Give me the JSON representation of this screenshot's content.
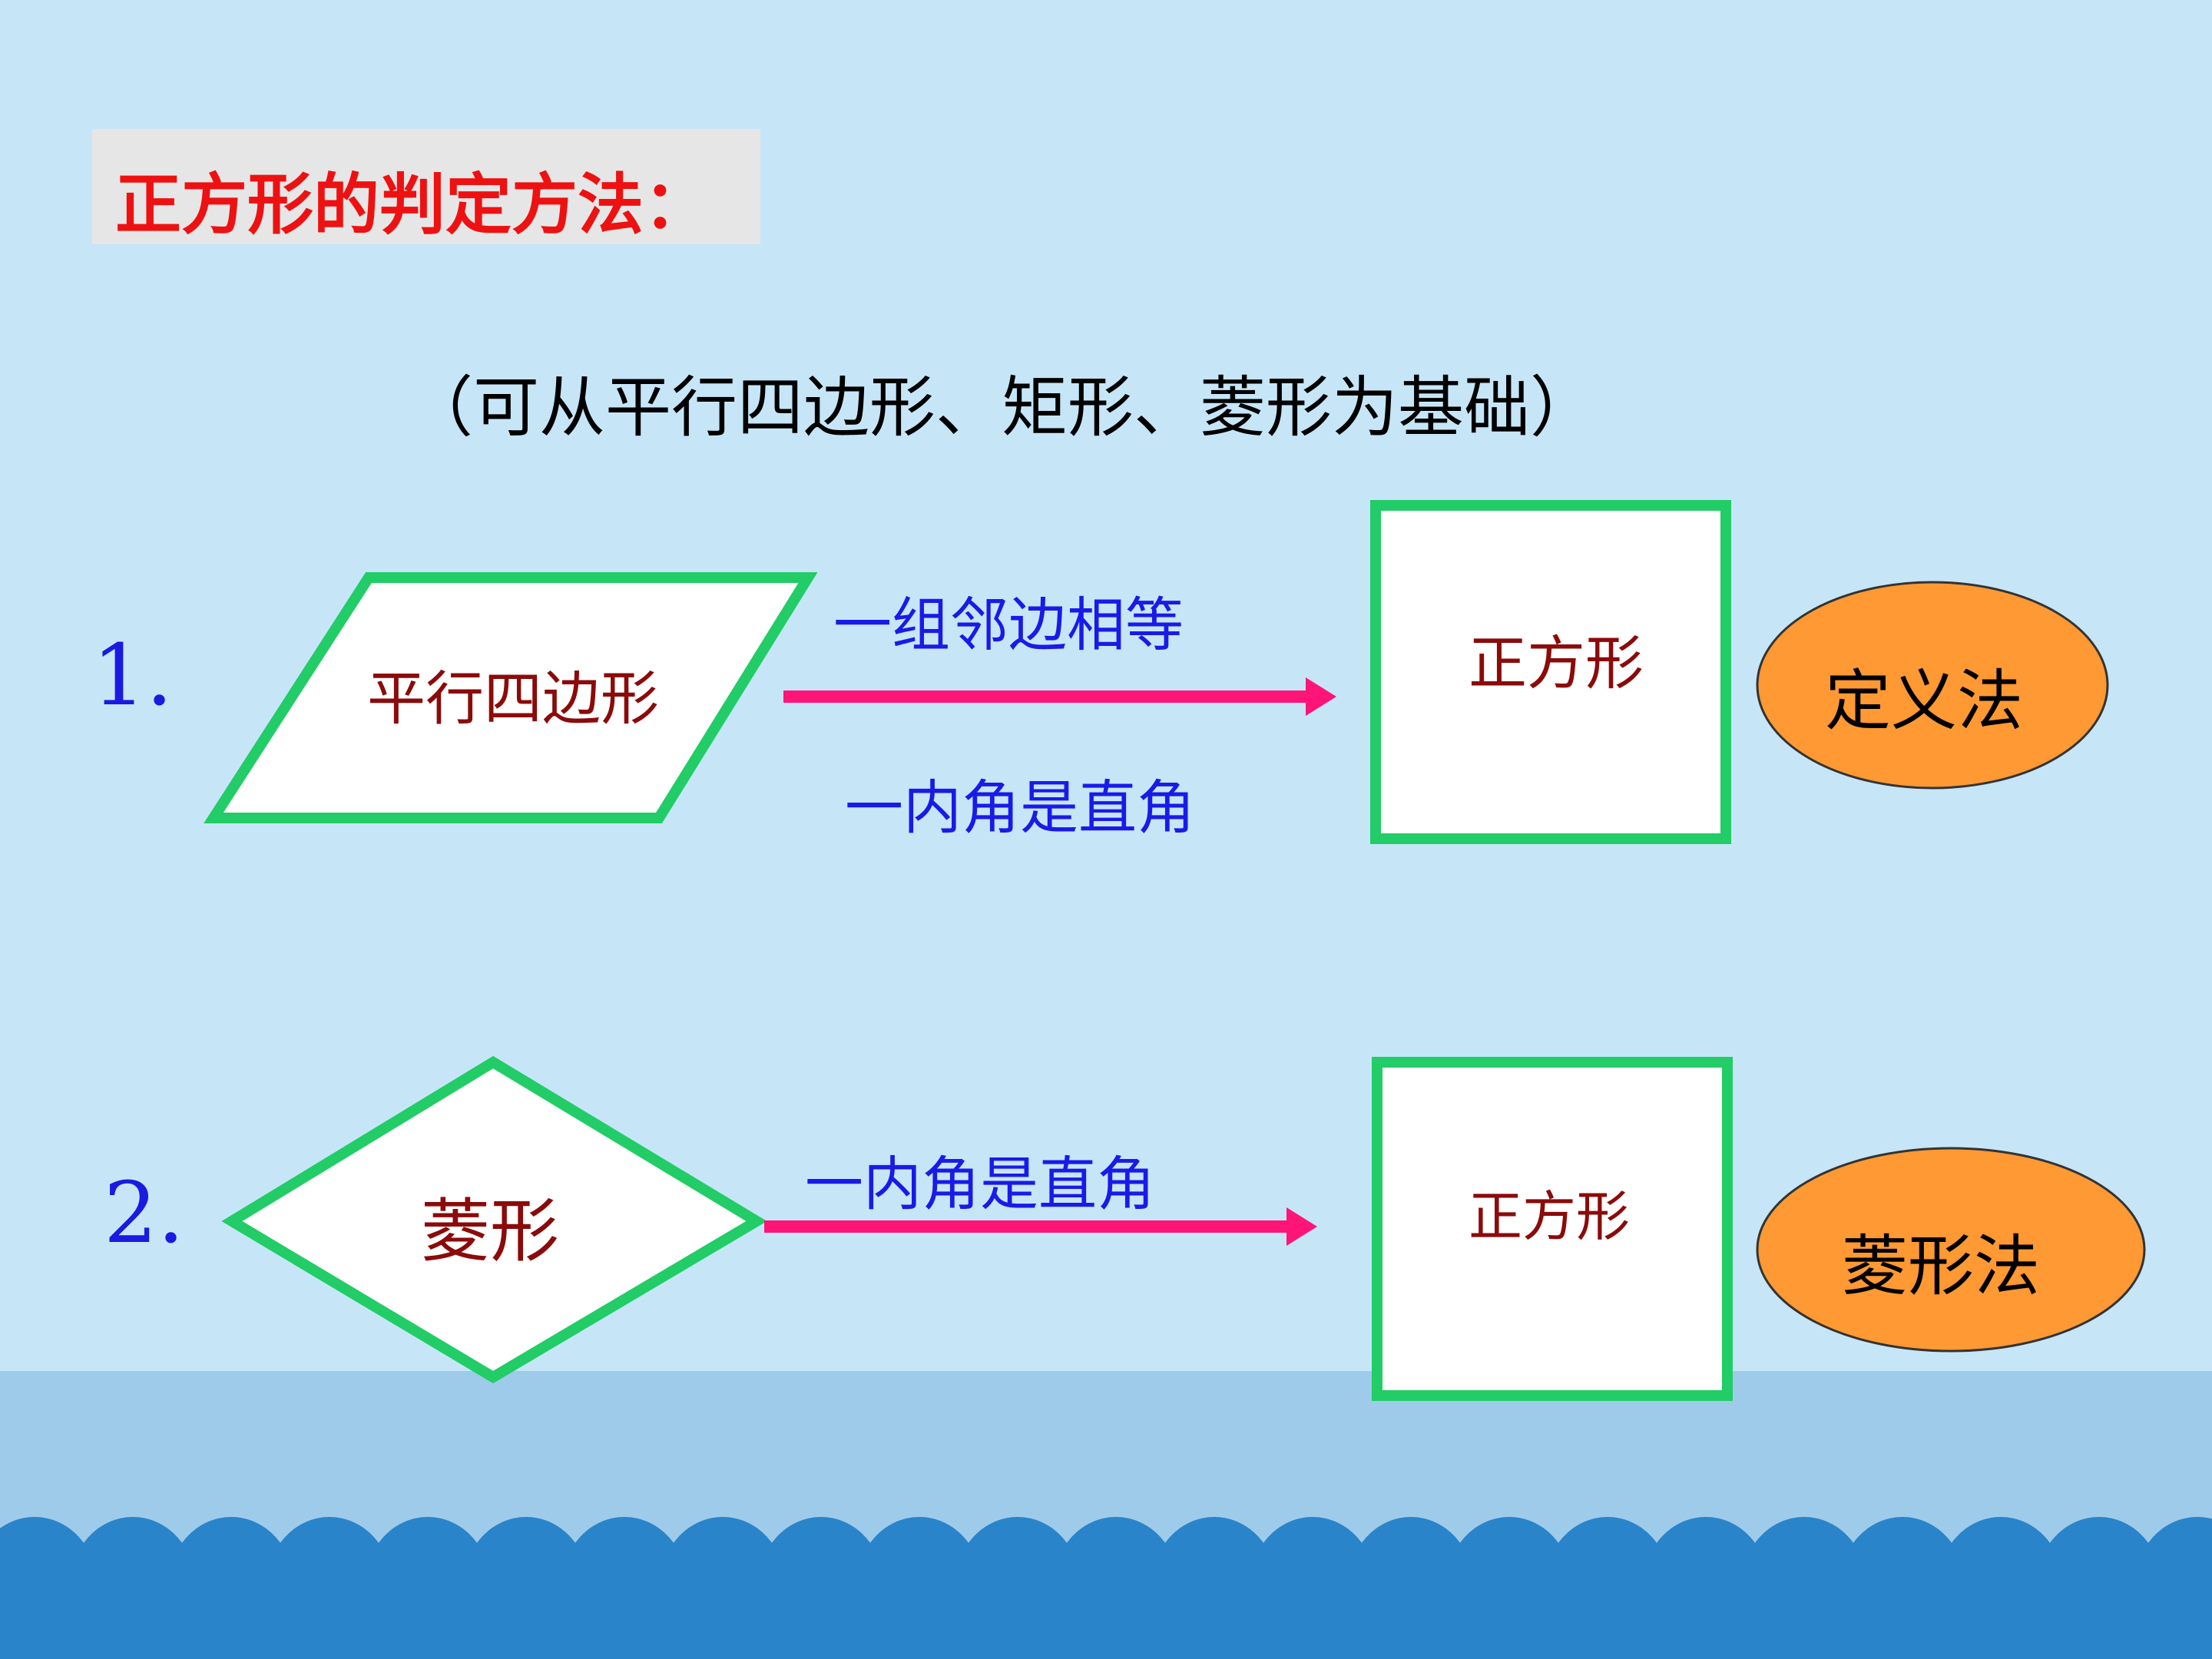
{
  "slide": {
    "title": "正方形的判定方法：",
    "subtitle": "（可从平行四边形、矩形、菱形为基础）"
  },
  "rows": [
    {
      "number": "1.",
      "source_shape": "平行四边形",
      "conditions": [
        "一组邻边相等",
        "一内角是直角"
      ],
      "result_shape": "正方形",
      "method": "定义法"
    },
    {
      "number": "2.",
      "source_shape": "菱形",
      "conditions": [
        "一内角是直角"
      ],
      "result_shape": "正方形",
      "method": "菱形法"
    }
  ],
  "colors": {
    "background": "#c6e6f8",
    "shape_border": "#22cc66",
    "arrow": "#ff1477",
    "method_fill": "#ff9933",
    "wave": "#2a84c9",
    "ground": "#9fcbeb"
  }
}
